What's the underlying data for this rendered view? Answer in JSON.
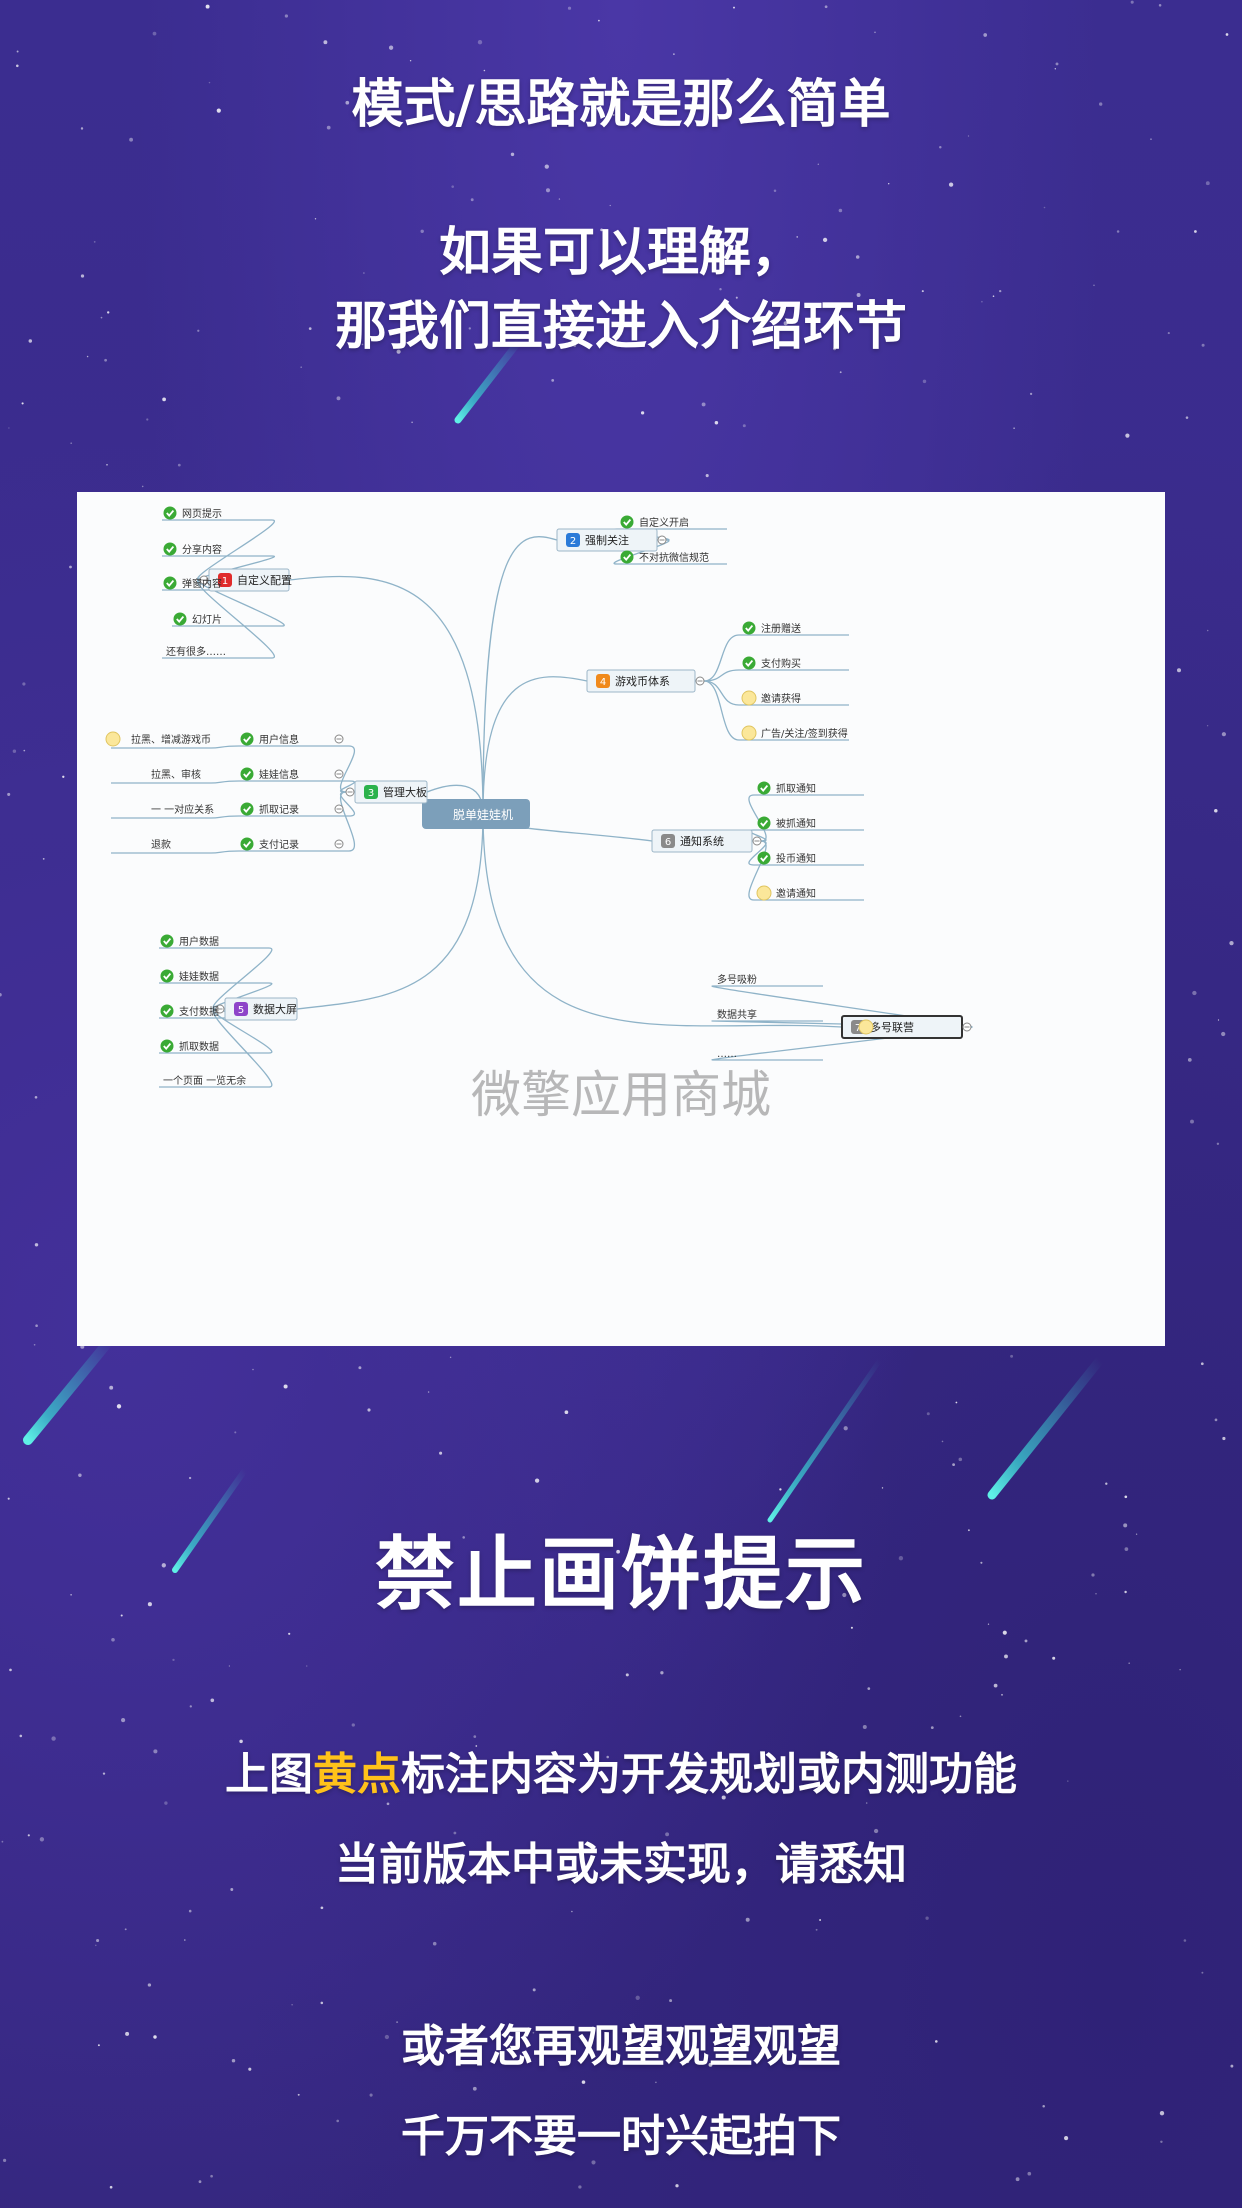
{
  "header": {
    "line1": "模式/思路就是那么简单",
    "line2a": "如果可以理解，",
    "line2b": "那我们直接进入介绍环节"
  },
  "mindmap": {
    "center": "脱单娃娃机",
    "watermark": "微擎应用商城",
    "branches": [
      {
        "num": "1",
        "label": "自定义配置",
        "color": "#e02b2b",
        "items": [
          {
            "text": "网页提示",
            "status": "done"
          },
          {
            "text": "分享内容",
            "status": "done"
          },
          {
            "text": "弹窗内容",
            "status": "done"
          },
          {
            "text": "幻灯片",
            "status": "done"
          },
          {
            "text": "还有很多……",
            "status": "none"
          }
        ]
      },
      {
        "num": "2",
        "label": "强制关注",
        "color": "#2a7ad8",
        "items": [
          {
            "text": "自定义开启",
            "status": "done"
          },
          {
            "text": "不对抗微信规范",
            "status": "done"
          }
        ]
      },
      {
        "num": "3",
        "label": "管理大板",
        "color": "#2bb24c",
        "items": [
          {
            "text": "用户信息",
            "status": "done",
            "sub": "拉黑、增减游戏币",
            "subStatus": "planned"
          },
          {
            "text": "娃娃信息",
            "status": "done",
            "sub": "拉黑、审核",
            "subStatus": "none"
          },
          {
            "text": "抓取记录",
            "status": "done",
            "sub": "一 一对应关系",
            "subStatus": "none"
          },
          {
            "text": "支付记录",
            "status": "done",
            "sub": "退款",
            "subStatus": "none"
          }
        ]
      },
      {
        "num": "4",
        "label": "游戏币体系",
        "color": "#f08a1c",
        "items": [
          {
            "text": "注册赠送",
            "status": "done"
          },
          {
            "text": "支付购买",
            "status": "done"
          },
          {
            "text": "邀请获得",
            "status": "planned"
          },
          {
            "text": "广告/关注/签到获得",
            "status": "planned"
          }
        ]
      },
      {
        "num": "5",
        "label": "数据大屏",
        "color": "#8e44c9",
        "items": [
          {
            "text": "用户数据",
            "status": "done"
          },
          {
            "text": "娃娃数据",
            "status": "done"
          },
          {
            "text": "支付数据",
            "status": "done"
          },
          {
            "text": "抓取数据",
            "status": "done"
          },
          {
            "text": "一个页面 一览无余",
            "status": "none"
          }
        ]
      },
      {
        "num": "6",
        "label": "通知系统",
        "color": "#8a8a8a",
        "items": [
          {
            "text": "抓取通知",
            "status": "done"
          },
          {
            "text": "被抓通知",
            "status": "done"
          },
          {
            "text": "投币通知",
            "status": "done"
          },
          {
            "text": "邀请通知",
            "status": "planned"
          }
        ]
      },
      {
        "num": "7",
        "label": "多号联营",
        "color": "#8a8a8a",
        "items": [
          {
            "text": "多号吸粉",
            "status": "none"
          },
          {
            "text": "数据共享",
            "status": "none"
          },
          {
            "text": "……",
            "status": "none"
          }
        ]
      }
    ]
  },
  "notice": {
    "title": "禁止画饼提示",
    "line1_pre": "上图",
    "line1_highlight": "黄点",
    "line1_post": "标注内容为开发规划或内测功能",
    "line2": "当前版本中或未实现，请悉知",
    "line3": "或者您再观望观望观望",
    "line4": "千万不要一时兴起拍下"
  },
  "colors": {
    "highlight": "#ffc21a",
    "done": "#3aaa35",
    "planned": "#fbe79a"
  }
}
